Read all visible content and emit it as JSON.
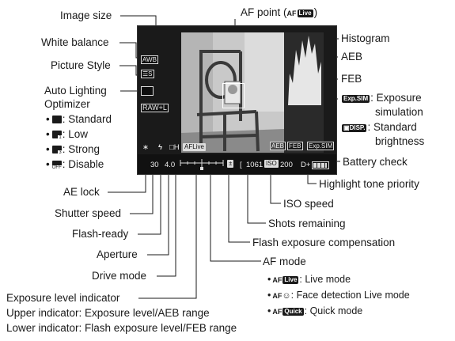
{
  "labels": {
    "image_size": "Image size",
    "white_balance": "White balance",
    "picture_style": "Picture Style",
    "alo_line1": "Auto Lighting",
    "alo_line2": "Optimizer",
    "alo_standard": ": Standard",
    "alo_low": ": Low",
    "alo_strong": ": Strong",
    "alo_disable": ": Disable",
    "af_point": "AF point",
    "histogram": "Histogram",
    "aeb": "AEB",
    "feb": "FEB",
    "exposure_sim_line1": ": Exposure",
    "exposure_sim_line2": "simulation",
    "standard_brightness_line1": ": Standard",
    "standard_brightness_line2": "brightness",
    "battery_check": "Battery check",
    "highlight_tone_priority": "Highlight tone priority",
    "iso_speed": "ISO speed",
    "shots_remaining": "Shots remaining",
    "flash_exposure_comp": "Flash exposure compensation",
    "af_mode": "AF mode",
    "af_live_mode": ": Live mode",
    "af_face_mode": ": Face detection Live mode",
    "af_quick_mode": ": Quick mode",
    "ae_lock": "AE lock",
    "shutter_speed": "Shutter speed",
    "flash_ready": "Flash-ready",
    "aperture": "Aperture",
    "drive_mode": "Drive mode",
    "exposure_level_indicator": "Exposure level indicator",
    "upper_indicator": "Upper indicator: Exposure level/AEB range",
    "lower_indicator": "Lower indicator: Flash exposure level/FEB range"
  },
  "tags": {
    "af": "AF",
    "live": "Live",
    "quick": "Quick",
    "exp_sim": "Exp.SIM",
    "disp": "DISP.",
    "face": "☺"
  },
  "screen": {
    "awb": "AWB",
    "picture_style": "☰S",
    "raw_size": "RAW+L",
    "aeb_box": "AEB",
    "feb_box": "FEB",
    "expsim_box": "Exp.SIM",
    "af_live": "AFLive",
    "drive_icon": "□H",
    "shutter": "30",
    "aperture": "4.0",
    "shots": "1061",
    "iso_label": "ISO",
    "iso_value": "200",
    "htp": "D+",
    "ae_lock_symbol": "∗",
    "flash_symbol": "ϟ"
  },
  "colors": {
    "screen_bg": "#111111",
    "photo_bg": "#cfcfcf",
    "ink": "#1a1a1a"
  }
}
